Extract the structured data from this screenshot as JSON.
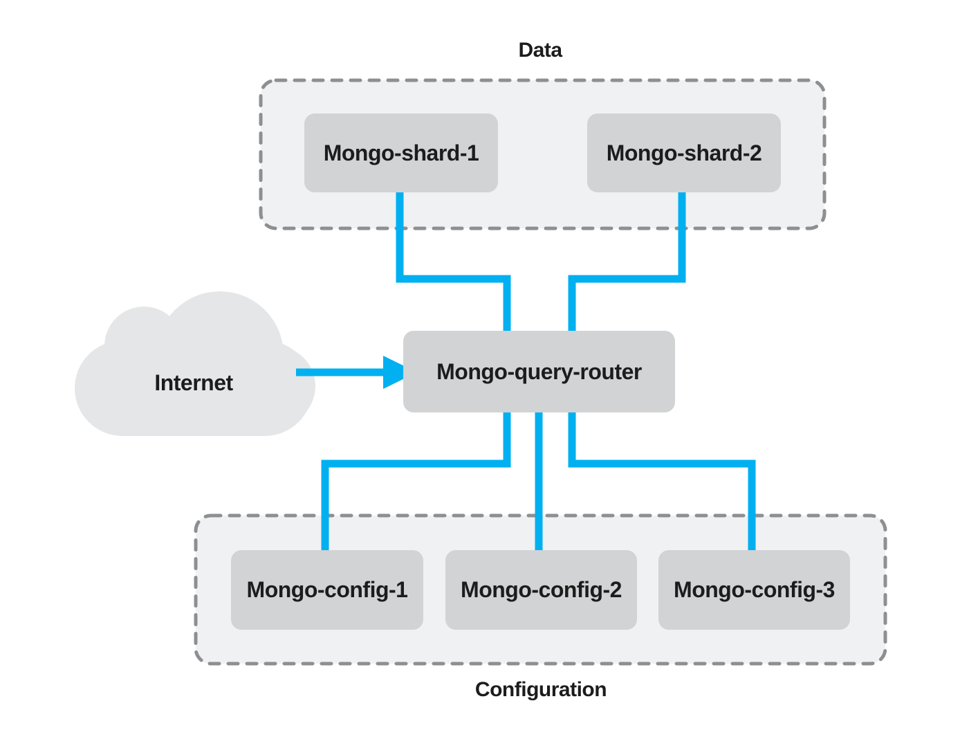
{
  "diagram": {
    "title_labels": {
      "data_group": "Data",
      "configuration_group": "Configuration"
    },
    "nodes": {
      "internet": {
        "label": "Internet",
        "type": "cloud"
      },
      "shard1": {
        "label": "Mongo-shard-1",
        "group": "Data"
      },
      "shard2": {
        "label": "Mongo-shard-2",
        "group": "Data"
      },
      "router": {
        "label": "Mongo-query-router"
      },
      "config1": {
        "label": "Mongo-config-1",
        "group": "Configuration"
      },
      "config2": {
        "label": "Mongo-config-2",
        "group": "Configuration"
      },
      "config3": {
        "label": "Mongo-config-3",
        "group": "Configuration"
      }
    },
    "edges": [
      {
        "from": "Internet",
        "to": "Mongo-query-router",
        "arrow": true
      },
      {
        "from": "Mongo-shard-1",
        "to": "Mongo-query-router",
        "arrow": false
      },
      {
        "from": "Mongo-shard-2",
        "to": "Mongo-query-router",
        "arrow": false
      },
      {
        "from": "Mongo-query-router",
        "to": "Mongo-config-1",
        "arrow": false
      },
      {
        "from": "Mongo-query-router",
        "to": "Mongo-config-2",
        "arrow": false
      },
      {
        "from": "Mongo-query-router",
        "to": "Mongo-config-3",
        "arrow": false
      }
    ],
    "colors": {
      "connector_blue": "#00b0f0",
      "node_fill": "#d1d3d4",
      "group_fill": "#f0f1f2",
      "group_border": "#8d8f92",
      "cloud_fill": "#e5e6e8",
      "text": "#1c1c1c",
      "background": "#ffffff"
    }
  }
}
